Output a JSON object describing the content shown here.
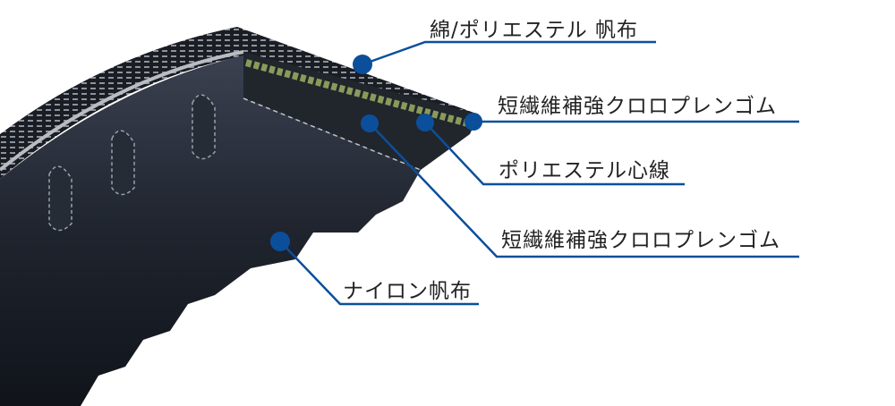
{
  "accent_color": "#0b4f9b",
  "labels": [
    {
      "id": "top-canvas",
      "text": "綿/ポリエステル 帆布"
    },
    {
      "id": "upper-rubber",
      "text": "短繊維補強クロロプレンゴム"
    },
    {
      "id": "cord",
      "text": "ポリエステル心線"
    },
    {
      "id": "lower-rubber",
      "text": "短繊維補強クロロプレンゴム"
    },
    {
      "id": "nylon-canvas",
      "text": "ナイロン帆布"
    }
  ]
}
